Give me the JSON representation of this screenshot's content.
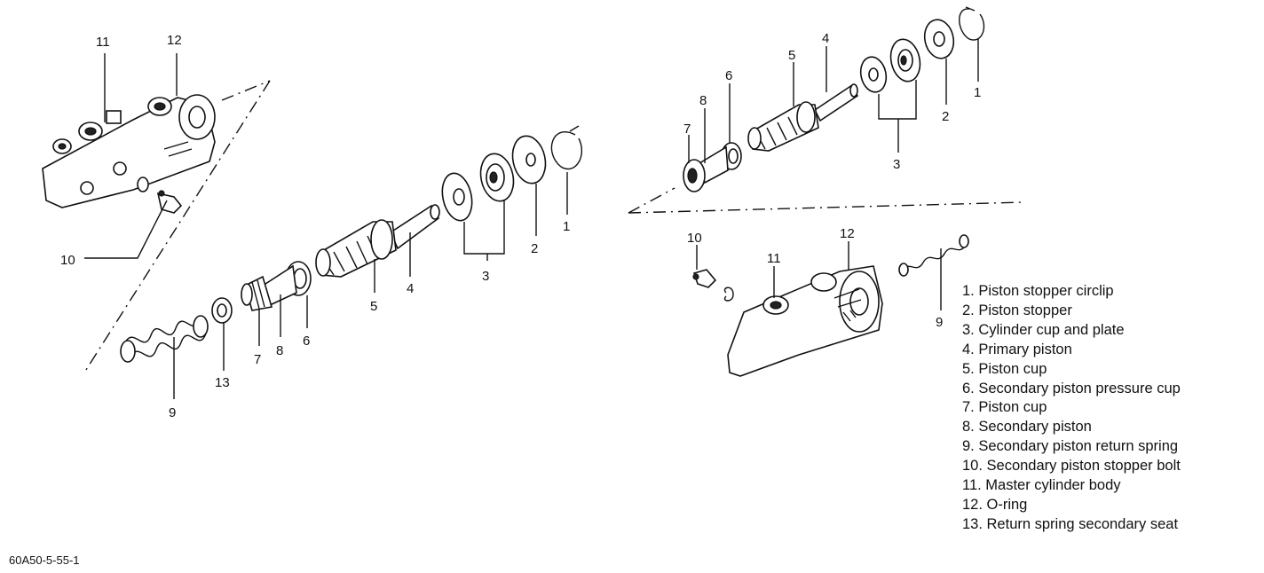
{
  "callouts": {
    "left": {
      "n1": "1",
      "n2": "2",
      "n3": "3",
      "n4": "4",
      "n5": "5",
      "n6": "6",
      "n7": "7",
      "n8": "8",
      "n9": "9",
      "n10": "10",
      "n11": "11",
      "n12": "12",
      "n13": "13"
    },
    "right": {
      "n1": "1",
      "n2": "2",
      "n3": "3",
      "n4": "4",
      "n5": "5",
      "n6": "6",
      "n7": "7",
      "n8": "8",
      "n9": "9",
      "n10": "10",
      "n11": "11",
      "n12": "12"
    }
  },
  "legend": [
    "1. Piston stopper circlip",
    "2. Piston stopper",
    "3. Cylinder cup and plate",
    "4. Primary piston",
    "5. Piston cup",
    "6. Secondary piston pressure cup",
    "7. Piston cup",
    "8. Secondary piston",
    "9. Secondary piston return spring",
    "10. Secondary piston stopper bolt",
    "11. Master cylinder body",
    "12. O-ring",
    "13. Return spring secondary seat"
  ],
  "figure_code": "60A50-5-55-1"
}
